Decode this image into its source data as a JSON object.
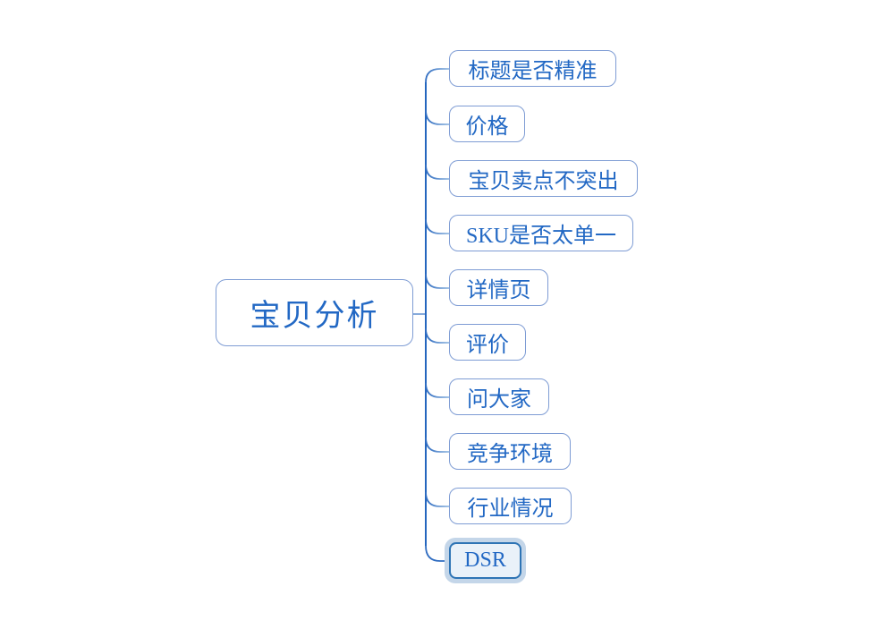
{
  "mindmap": {
    "root": {
      "label": "宝贝分析"
    },
    "children": [
      {
        "label": "标题是否精准",
        "selected": false
      },
      {
        "label": "价格",
        "selected": false
      },
      {
        "label": "宝贝卖点不突出",
        "selected": false
      },
      {
        "label": "SKU是否太单一",
        "selected": false
      },
      {
        "label": "详情页",
        "selected": false
      },
      {
        "label": "评价",
        "selected": false
      },
      {
        "label": "问大家",
        "selected": false
      },
      {
        "label": "竞争环境",
        "selected": false
      },
      {
        "label": "行业情况",
        "selected": false
      },
      {
        "label": "DSR",
        "selected": true
      }
    ],
    "colors": {
      "background": "#ffffff",
      "topic_text": "#2268c4",
      "topic_border": "#7e9cd4",
      "selected_border": "#2e74b5",
      "selected_fill": "#e9f1f9",
      "selection_halo": "#c4d6e9",
      "trunk_line": "#2566be",
      "stub_line": "#86aadb",
      "branch_line_start": "#2f6cc1",
      "branch_line_end": "#97bbe2"
    }
  }
}
